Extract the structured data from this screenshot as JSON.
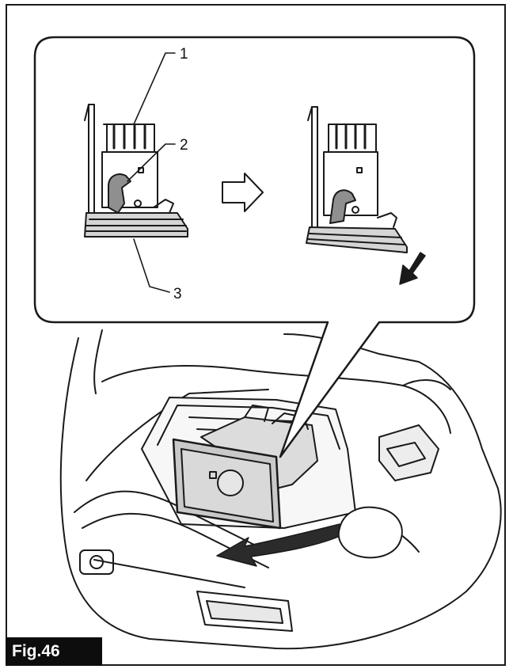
{
  "figure": {
    "label": "Fig.46"
  },
  "callouts": [
    {
      "number": "1"
    },
    {
      "number": "2"
    },
    {
      "number": "3"
    }
  ],
  "colors": {
    "line": "#1a1a1a",
    "fill_light": "#f2f2f2",
    "fill_mid": "#cfcfcf",
    "fill_dark": "#9a9a9a"
  }
}
